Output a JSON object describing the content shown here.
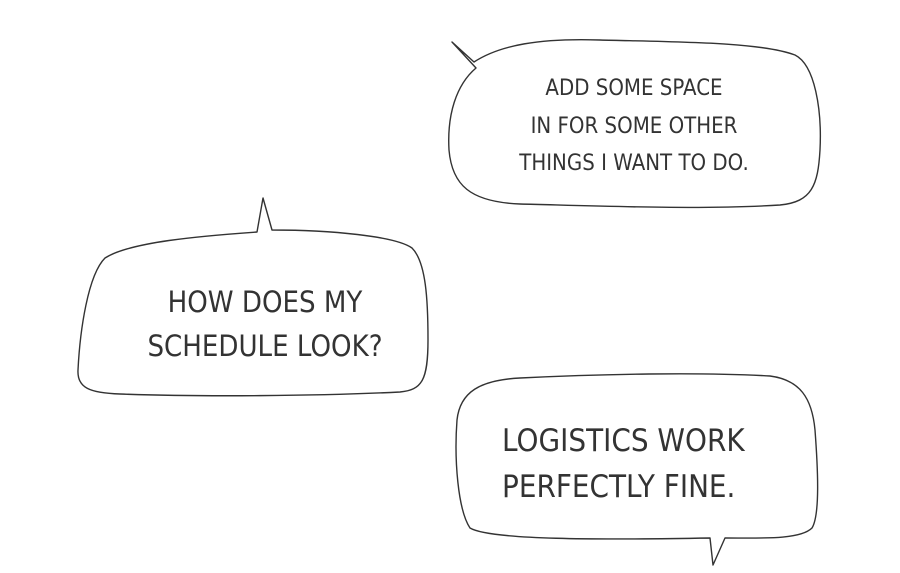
{
  "bubbles": [
    {
      "lines": [
        "ADD SOME SPACE",
        "IN FOR SOME OTHER",
        "THINGS I WANT TO DO."
      ]
    },
    {
      "lines": [
        "HOW DOES MY",
        "SCHEDULE LOOK?"
      ]
    },
    {
      "lines": [
        "LOGISTICS WORK",
        "PERFECTLY FINE."
      ]
    }
  ],
  "colors": {
    "stroke": "#333333",
    "background": "#ffffff"
  }
}
